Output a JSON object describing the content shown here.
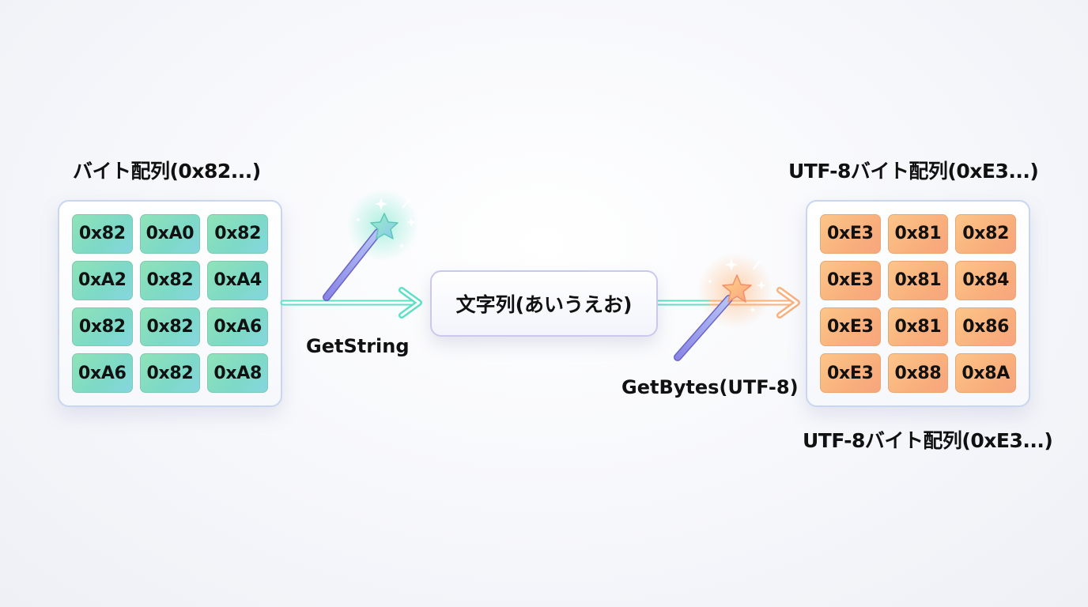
{
  "left": {
    "title": "バイト配列(0x82...)",
    "bytes": [
      "0x82",
      "0xA0",
      "0x82",
      "0xA2",
      "0x82",
      "0xA4",
      "0x82",
      "0x82",
      "0xA6",
      "0xA6",
      "0x82",
      "0xA8"
    ],
    "color": "#8fe3b8"
  },
  "center": {
    "label": "文字列(あいうえお)"
  },
  "arrows": {
    "left_label": "GetString",
    "right_label": "GetBytes(UTF-8)",
    "left_color": "#5ee0c6",
    "right_color": "#f9b07c"
  },
  "right": {
    "title": "UTF-8バイト配列(0xE3...)",
    "caption": "UTF-8バイト配列(0xE3...)",
    "bytes": [
      "0xE3",
      "0x81",
      "0x82",
      "0xE3",
      "0x81",
      "0x84",
      "0xE3",
      "0x81",
      "0x86",
      "0xE3",
      "0x88",
      "0x8A"
    ],
    "color": "#f9b07c"
  }
}
